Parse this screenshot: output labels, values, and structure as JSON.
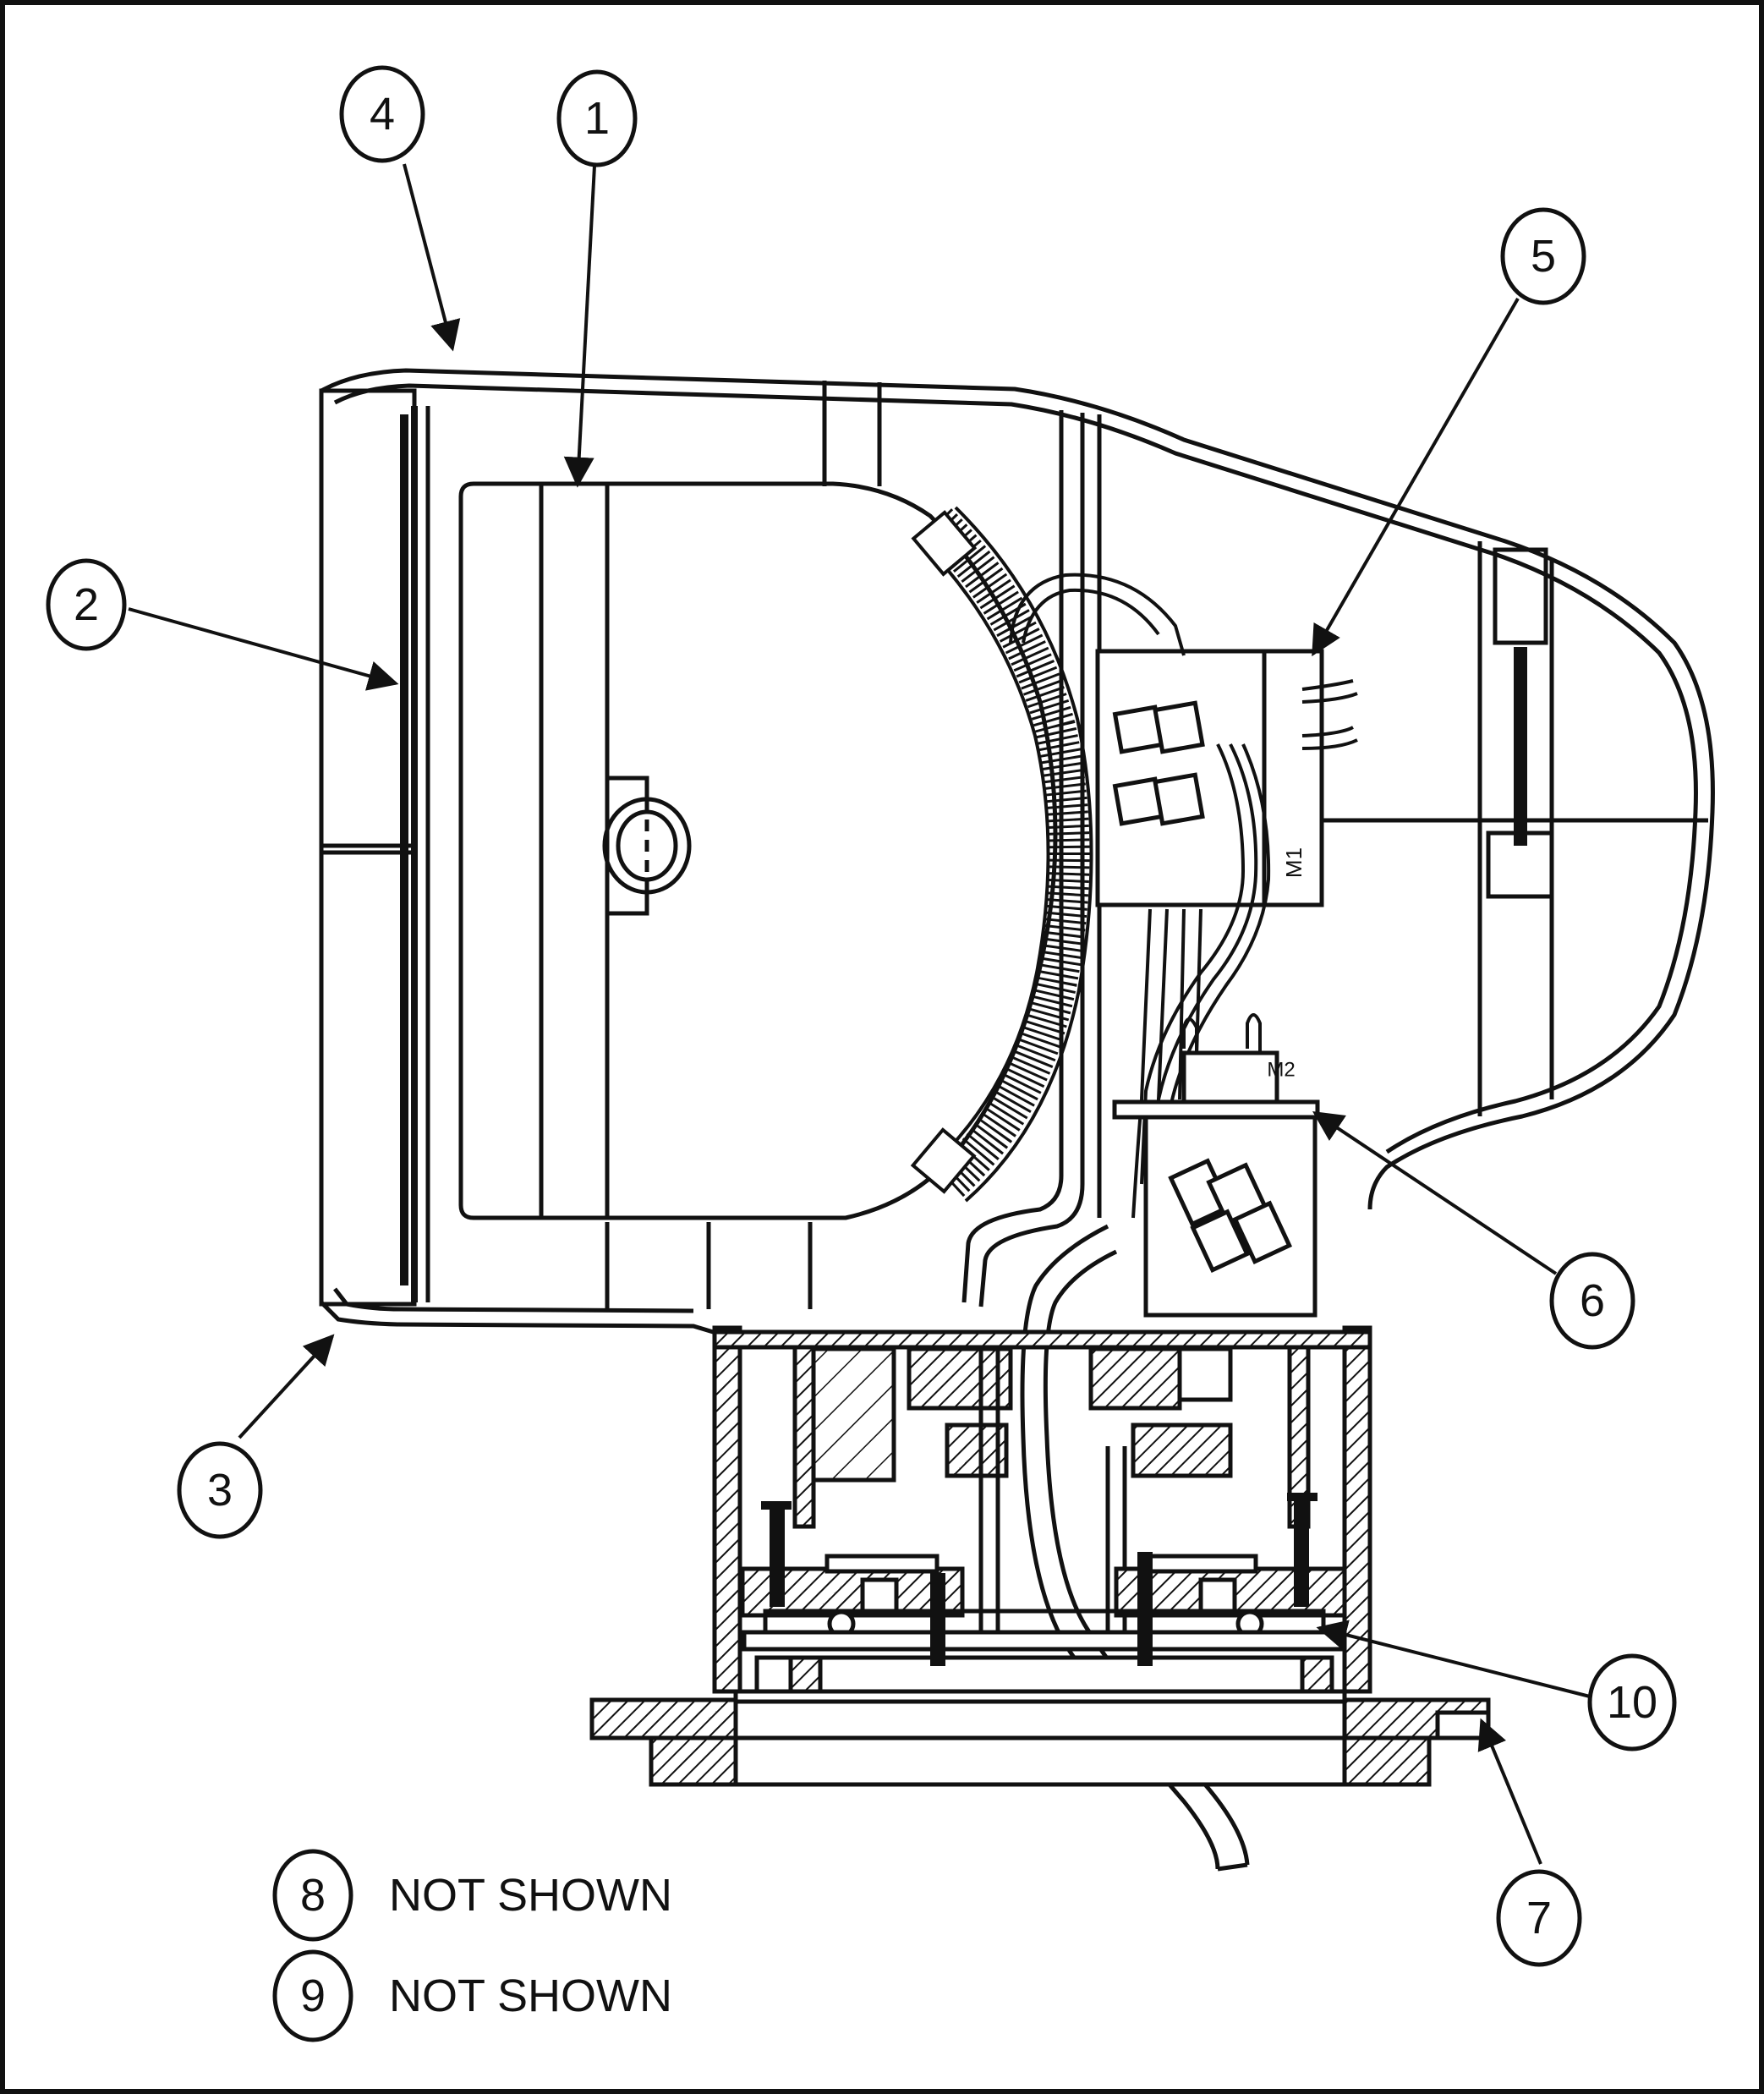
{
  "callouts": [
    {
      "id": "1",
      "text": "1"
    },
    {
      "id": "2",
      "text": "2"
    },
    {
      "id": "3",
      "text": "3"
    },
    {
      "id": "4",
      "text": "4"
    },
    {
      "id": "5",
      "text": "5"
    },
    {
      "id": "6",
      "text": "6"
    },
    {
      "id": "7",
      "text": "7"
    },
    {
      "id": "10",
      "text": "10"
    }
  ],
  "legend": [
    {
      "number": "8",
      "text": "NOT SHOWN"
    },
    {
      "number": "9",
      "text": "NOT SHOWN"
    }
  ],
  "stamps": {
    "upper_block": "M1",
    "lower_block": "M2"
  },
  "colors": {
    "ink": "#111111",
    "paper": "#ffffff"
  }
}
